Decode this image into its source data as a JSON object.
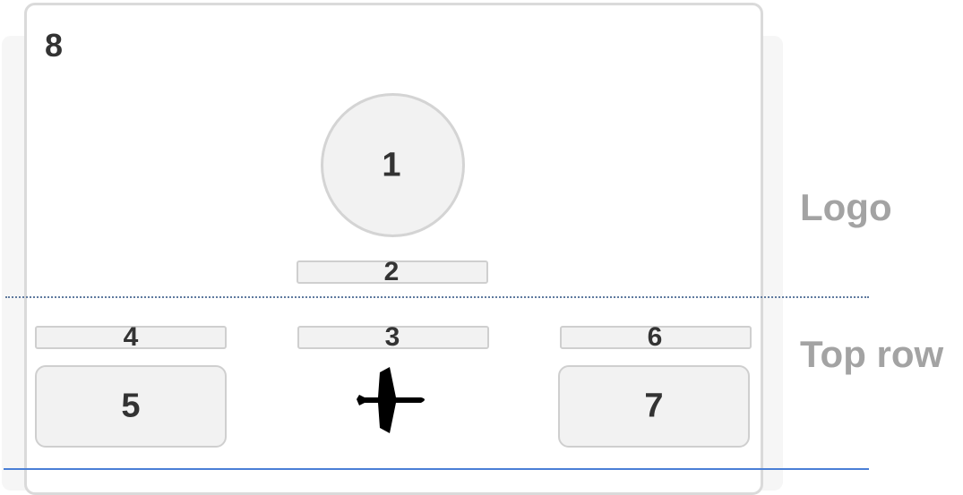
{
  "card": {
    "number": "8"
  },
  "elements": {
    "logo_circle": "1",
    "label_2": "2",
    "label_3": "3",
    "label_4": "4",
    "box_5": "5",
    "label_6": "6",
    "box_7": "7"
  },
  "icon": {
    "name": "airplane-icon",
    "color": "#000000"
  },
  "side_labels": {
    "logo": "Logo",
    "top_row": "Top row"
  },
  "colors": {
    "box_fill": "#f2f2f2",
    "box_border": "#cfcfcf",
    "divider_dotted": "#5f7a9e",
    "divider_solid": "#4a7fd6",
    "side_label": "#a3a3a3"
  }
}
